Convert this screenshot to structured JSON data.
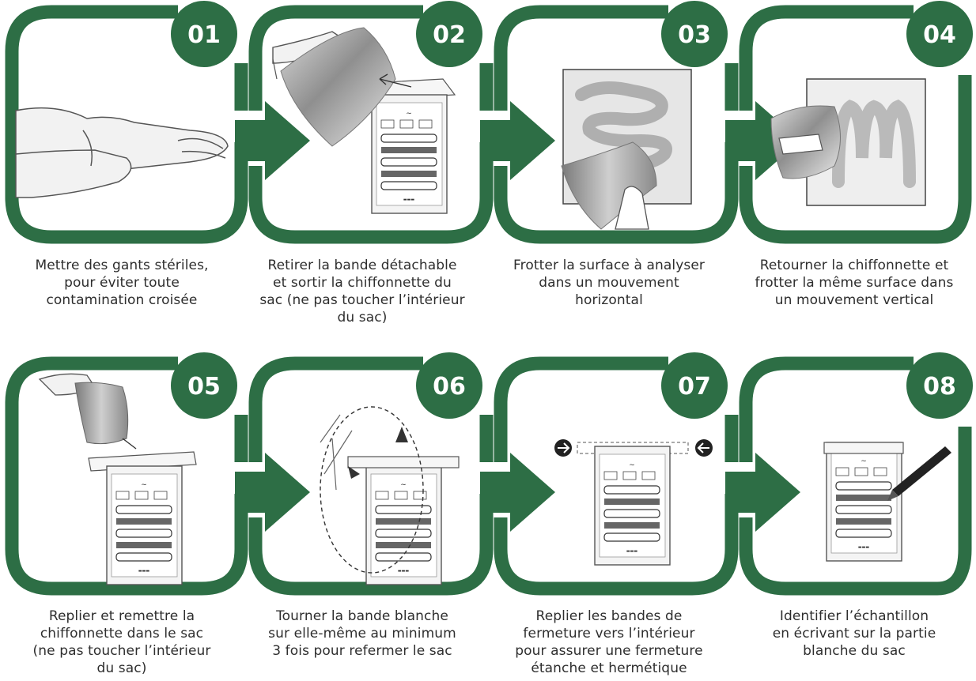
{
  "colors": {
    "frame": "#2d6e45",
    "text": "#2e2e2e",
    "illustration": "#6b6b6b"
  },
  "steps": [
    {
      "number": "01",
      "lines": [
        "Mettre des gants stériles,",
        "pour éviter toute",
        "contamination croisée"
      ],
      "illustration": "sterile-gloves"
    },
    {
      "number": "02",
      "lines": [
        "Retirer la bande détachable",
        "et sortir la chiffonnette du",
        "sac (ne pas toucher l’intérieur",
        "du sac)"
      ],
      "illustration": "remove-wipe-from-bag"
    },
    {
      "number": "03",
      "lines": [
        "Frotter la surface à analyser",
        "dans un mouvement",
        "horizontal"
      ],
      "illustration": "horizontal-wipe"
    },
    {
      "number": "04",
      "lines": [
        "Retourner la chiffonnette et",
        "frotter la même surface dans",
        "un mouvement vertical"
      ],
      "illustration": "vertical-wipe"
    },
    {
      "number": "05",
      "lines": [
        "Replier et remettre la",
        "chiffonnette dans le sac",
        "(ne pas toucher l’intérieur",
        "du sac)"
      ],
      "illustration": "wipe-into-bag"
    },
    {
      "number": "06",
      "lines": [
        "Tourner la bande blanche",
        "sur elle-même au minimum",
        "3 fois pour refermer le sac"
      ],
      "illustration": "roll-bag-closed"
    },
    {
      "number": "07",
      "lines": [
        "Replier les bandes de",
        "fermeture vers l’intérieur",
        "pour assurer une fermeture",
        "étanche et hermétique"
      ],
      "illustration": "fold-closure-tabs"
    },
    {
      "number": "08",
      "lines": [
        "Identifier l’échantillon",
        "en écrivant sur la partie",
        "blanche du sac"
      ],
      "illustration": "label-with-marker"
    }
  ]
}
